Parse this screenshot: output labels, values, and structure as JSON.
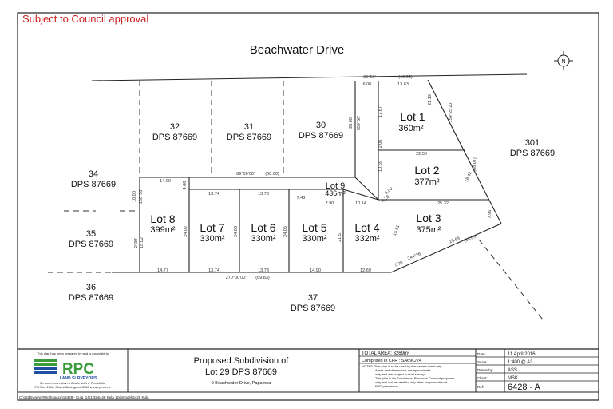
{
  "note": "Subject to Council approval",
  "road": "Beachwater Drive",
  "north": "N",
  "lots": [
    {
      "name": "Lot 1",
      "area": "360m²"
    },
    {
      "name": "Lot 2",
      "area": "377m²"
    },
    {
      "name": "Lot 3",
      "area": "375m²"
    },
    {
      "name": "Lot 4",
      "area": "332m²"
    },
    {
      "name": "Lot 5",
      "area": "330m²"
    },
    {
      "name": "Lot 6",
      "area": "330m²"
    },
    {
      "name": "Lot 7",
      "area": "330m²"
    },
    {
      "name": "Lot 8",
      "area": "399m²"
    },
    {
      "name": "Lot 9",
      "area": "436m²"
    }
  ],
  "neighbours": [
    {
      "num": "32",
      "dps": "DPS 87669"
    },
    {
      "num": "31",
      "dps": "DPS 87669"
    },
    {
      "num": "30",
      "dps": "DPS 87669"
    },
    {
      "num": "34",
      "dps": "DPS 87669"
    },
    {
      "num": "35",
      "dps": "DPS 87669"
    },
    {
      "num": "36",
      "dps": "DPS 87669"
    },
    {
      "num": "37",
      "dps": "DPS 87669"
    },
    {
      "num": "301",
      "dps": "DPS 87669"
    }
  ],
  "dims": {
    "top_bearing": "89°56'",
    "top_total": "(19.63)",
    "top_a": "6.00",
    "top_b": "13.63",
    "mid_bearing": "89°56'00\"",
    "mid_total": "(60.00)",
    "d_14_00": "14.00",
    "d_4_00": "4.00",
    "d_13_74a": "13.74",
    "d_13_73a": "13.73",
    "d_7_43": "7.43",
    "d_7_90": "7.90",
    "d_10_14": "10.14",
    "d_25_32": "25.32",
    "d_22_50": "22.50",
    "d_14_77": "14.77",
    "d_13_74b": "13.74",
    "d_13_73b": "13.73",
    "d_14_90": "14.90",
    "d_12_69": "12.69",
    "d_7_70": "7.70",
    "d_25_99": "25.99",
    "d_33_69": "(33.69)",
    "bottom_bearing": "270°00'00\"",
    "bottom_total": "(69.83)",
    "d_244": "244°26'",
    "d_24_02": "24.02",
    "d_24_03": "24.03",
    "d_24_05": "24.05",
    "d_21_57": "21.57",
    "d_18_02": "18.02",
    "d_15_61": "15.61",
    "d_17_67": "17.67",
    "d_2_06": "2.06",
    "d_10_59": "10.59",
    "d_28_00": "28.00",
    "d_359": "359°56'",
    "d_180": "180°56'",
    "d_10_00": "10.00",
    "d_2_30": "2°30'",
    "d_21_19": "21.19",
    "d_18_42": "18.42",
    "d_7_95": "7.95",
    "d_154": "154°25'20\"",
    "d_68_07": "(68.07)",
    "d_6_00": "6.00",
    "d_4_28": "4.28"
  },
  "titleblock": {
    "prepared": "This plan has been prepared by and is copyright to",
    "company": "RPC",
    "company_sub": "LAND SURVEYORS",
    "tagline": "So much more than a Binder with a Theodolite",
    "address": "PO Box 1316, Mount Maunganui 3150   www.rpc.co.nz",
    "title1": "Proposed Subdivision of",
    "title2": "Lot 29 DPS 87669",
    "subtitle": "9 Beachwater Drive, Papamoa",
    "total_area": "TOTAL AREA: 3269m²",
    "comprised": "Comprised in CFR : SA69C/24",
    "notes": [
      "NOTES: This plan is to be used by the named client only.",
      "Areas and dimensions are approximate",
      "only and are subject to final survey.",
      "This plan is for Subdivision Resource Consent purposes",
      "only and not be used for any other purpose without",
      "RPC permission."
    ],
    "date_label": "Date:",
    "date_value": "11 April 2016",
    "scale_label": "Scale:",
    "scale_value": "1:400 @ A3",
    "drawn_label": "Drawn by:",
    "drawn_value": "ASS",
    "client_label": "Client:",
    "client_value": "MSK",
    "ref_label": "Ref:",
    "ref_value": "6428 - A",
    "filepath": "C:\\12dSynergy\\Workspace\\16428 - Kula_14\\12D\\6428 Kula 12d\\model\\6428 Kula"
  },
  "colors": {
    "note_red": "#cc2222",
    "rpc_green": "#3a9b3a",
    "rpc_blue": "#1f4fa3"
  }
}
